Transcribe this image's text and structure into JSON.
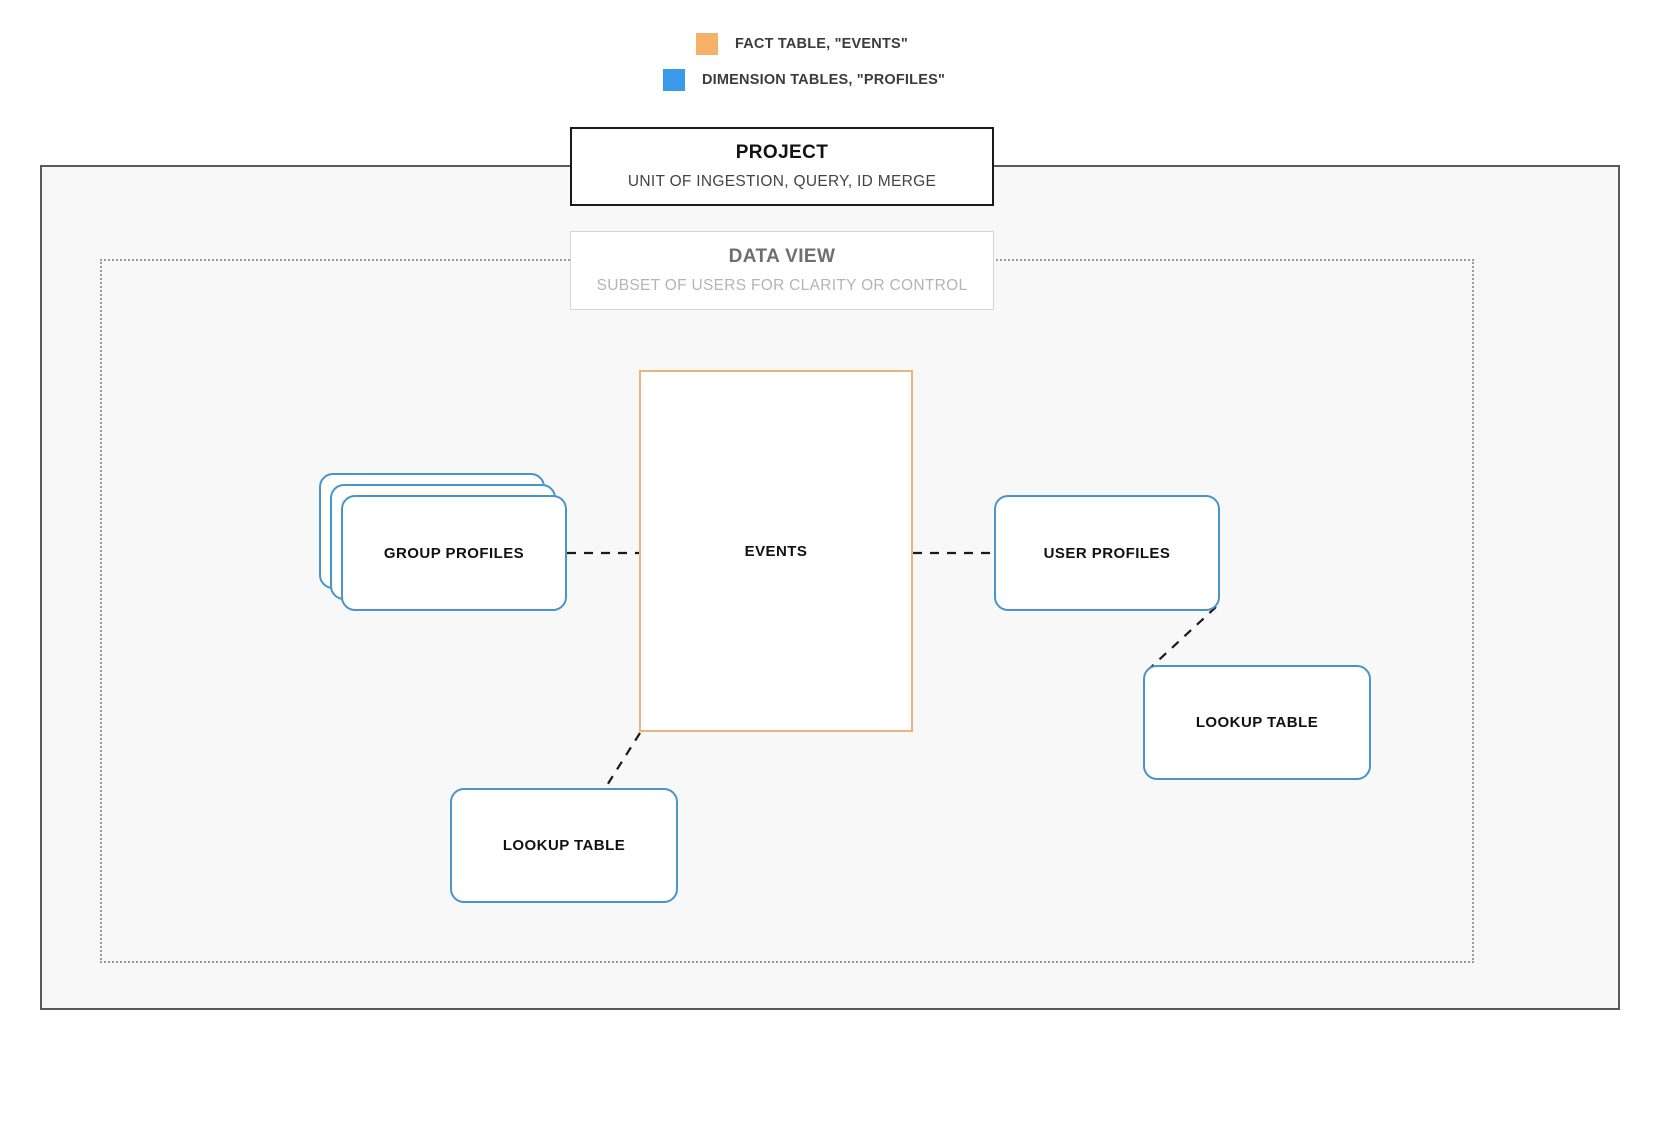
{
  "legend": {
    "items": [
      {
        "swatch_color": "#f5b167",
        "label": "FACT TABLE, \"EVENTS\"",
        "icon": "square-swatch-icon"
      },
      {
        "swatch_color": "#3b9ae8",
        "label": "DIMENSION TABLES, \"PROFILES\"",
        "icon": "square-swatch-icon"
      }
    ]
  },
  "project": {
    "title": "PROJECT",
    "subtitle": "UNIT OF INGESTION, QUERY, ID MERGE",
    "border_color": "#1a1a1a"
  },
  "data_view": {
    "title": "DATA VIEW",
    "subtitle": "SUBSET OF USERS FOR CLARITY OR CONTROL",
    "border_color": "#d5d5d5",
    "text_color": "#b4b4b4"
  },
  "nodes": {
    "events": {
      "label": "EVENTS",
      "border_color": "#e8b57a",
      "kind": "fact-table"
    },
    "group_profiles": {
      "label": "GROUP PROFILES",
      "border_color": "#4a94cc",
      "kind": "dimension-table-stack",
      "stack_count": 3
    },
    "user_profiles": {
      "label": "USER PROFILES",
      "border_color": "#4a94cc",
      "kind": "dimension-table"
    },
    "lookup_table_left": {
      "label": "LOOKUP TABLE",
      "border_color": "#4a94cc",
      "kind": "lookup-table"
    },
    "lookup_table_right": {
      "label": "LOOKUP TABLE",
      "border_color": "#4a94cc",
      "kind": "lookup-table"
    }
  },
  "connectors": [
    {
      "from": "group-profiles",
      "to": "events",
      "style": "dashed"
    },
    {
      "from": "events",
      "to": "user-profiles",
      "style": "dashed"
    },
    {
      "from": "user-profiles",
      "to": "lookup-table-right",
      "style": "dashed"
    },
    {
      "from": "events",
      "to": "lookup-table-left",
      "style": "dashed"
    }
  ],
  "canvas": {
    "background": "#ffffff",
    "project_container_bg": "#f8f8f8",
    "project_container_border": "#5a5a5a",
    "data_view_container_border": "#9a9a9a"
  }
}
